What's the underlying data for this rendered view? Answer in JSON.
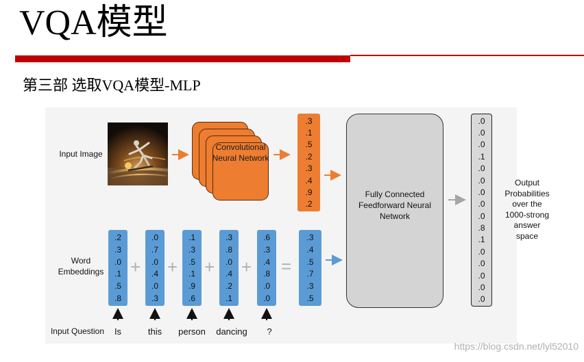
{
  "title": "VQA模型",
  "subtitle": "第三部 选取VQA模型-MLP",
  "diagram": {
    "input_image_label": "Input Image",
    "word_embeddings_label": "Word Embeddings",
    "input_question_label": "Input Question",
    "conv_net_label": "Convolutional Neural Network",
    "image_vector": [
      ".3",
      ".1",
      ".5",
      ".2",
      ".3",
      ".4",
      ".9",
      ".2"
    ],
    "word_vectors": [
      [
        ".2",
        ".3",
        ".0",
        ".1",
        ".5",
        ".8"
      ],
      [
        ".0",
        ".7",
        ".0",
        ".4",
        ".0",
        ".3"
      ],
      [
        ".1",
        ".3",
        ".5",
        ".1",
        ".9",
        ".6"
      ],
      [
        ".3",
        ".8",
        ".0",
        ".4",
        ".2",
        ".1"
      ],
      [
        ".6",
        ".3",
        ".4",
        ".8",
        ".0",
        ".0"
      ]
    ],
    "operators": [
      "+",
      "+",
      "+",
      "+",
      "="
    ],
    "sum_vector": [
      ".3",
      ".4",
      ".5",
      ".7",
      ".3",
      ".5"
    ],
    "question_words": [
      "Is",
      "this",
      "person",
      "dancing",
      "?"
    ],
    "fc_label": "Fully Connected Feedforward Neural Network",
    "output_vector": [
      ".0",
      ".0",
      ".0",
      ".1",
      ".0",
      ".0",
      ".0",
      ".0",
      ".0",
      ".8",
      ".1",
      ".0",
      ".0",
      ".0",
      ".0",
      ".0"
    ],
    "output_label": "Output Probabilities over the 1000-strong answer space",
    "colors": {
      "orange": "#ed7d31",
      "blue": "#5b9bd5",
      "gray": "#d4d4d4",
      "arrow_gray": "#a6a6a6",
      "accent_red": "#c00000"
    }
  },
  "watermark": "https://blog.csdn.net/lyl52010"
}
